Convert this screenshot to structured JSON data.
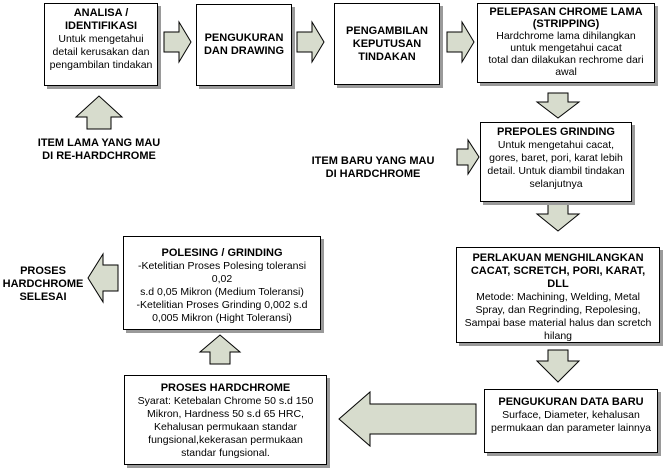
{
  "steps": [
    {
      "title": "ANALISA /\nIDENTIFIKASI",
      "desc": "Untuk mengetahui\ndetail kerusakan dan\npengambilan tindakan"
    },
    {
      "title": "PENGUKURAN\nDAN DRAWING",
      "desc": ""
    },
    {
      "title": "PENGAMBILAN\nKEPUTUSAN\nTINDAKAN",
      "desc": ""
    },
    {
      "title": "PELEPASAN CHROME LAMA\n(STRIPPING)",
      "desc": "Hardchrome lama dihilangkan\nuntuk mengetahui cacat\ntotal dan dilakukan rechrome dari\nawal"
    },
    {
      "title": "PREPOLES GRINDING",
      "desc": "Untuk mengetahui cacat,\ngores, baret, pori, karat lebih\ndetail. Untuk diambil tindakan\nselanjutnya"
    },
    {
      "title": "PERLAKUAN MENGHILANGKAN\nCACAT, SCRETCH, PORI, KARAT, DLL",
      "desc": "Metode: Machining, Welding, Metal\nSpray, dan Regrinding, Repolesing,\nSampai base material halus dan scretch\nhilang"
    },
    {
      "title": "PENGUKURAN DATA BARU",
      "desc": "Surface, Diameter, kehalusan\npermukaan dan parameter lainnya"
    },
    {
      "title": "PROSES HARDCHROME",
      "desc": "Syarat: Ketebalan Chrome 50 s.d 150\nMikron, Hardness 50 s.d 65 HRC,\nKehalusan permukaan standar\nfungsional,kekerasan permukaan\nstandar fungsional."
    },
    {
      "title": "POLESING / GRINDING",
      "desc": "-Ketelitian Proses Polesing toleransi 0,02\ns.d 0,05 Mikron (Medium Toleransi)\n-Ketelitian Proses Grinding 0,002 s.d\n0,005 Mikron (Hight Toleransi)"
    }
  ],
  "labels": {
    "old_item": "ITEM LAMA YANG MAU\nDI RE-HARDCHROME",
    "new_item": "ITEM BARU YANG MAU\nDI HARDCHROME",
    "finished": "PROSES\nHARDCHROME\nSELESAI"
  },
  "colors": {
    "arrow_fill": "#d7dccd",
    "box_shadow": "#9a9a9a"
  }
}
